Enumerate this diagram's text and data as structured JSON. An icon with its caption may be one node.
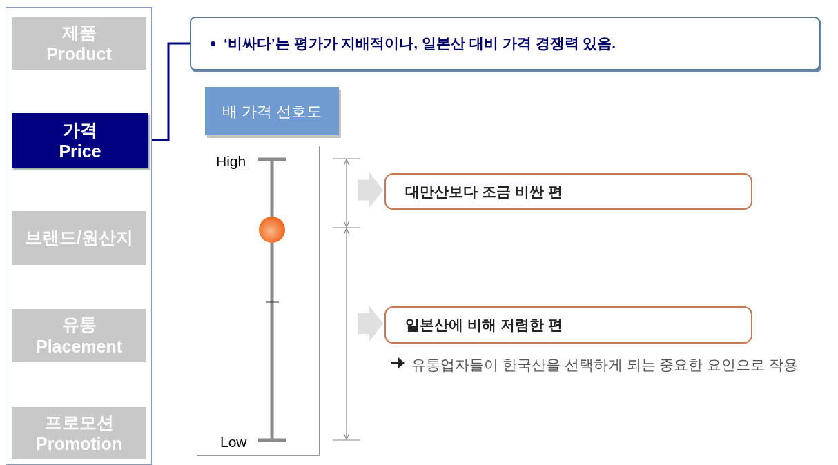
{
  "diagram": {
    "nodes": [
      {
        "text": [],
        "shape": "box"
      },
      {
        "text": [
          "제품",
          "Product"
        ],
        "in": 0
      },
      {
        "text": [
          "가격",
          "Price"
        ],
        "in": 0
      },
      {
        "text": [
          "브랜드/원산지"
        ],
        "in": 0
      },
      {
        "text": [
          "유통",
          "Placement"
        ],
        "in": 0
      },
      {
        "text": [
          "프로모션",
          "Promotion"
        ],
        "in": 0
      },
      {
        "text": [
          "‘비싸다’는 평가가 지배적이나, 일본산 대비 가격 경쟁력 있음."
        ]
      },
      {
        "text": [
          "배 가격 선호도"
        ]
      },
      {
        "text": [
          "대만산보다 조금 비싼 편"
        ]
      },
      {
        "text": [
          "일본산에 비해 저렴한 편"
        ]
      }
    ],
    "edges": [
      {
        "from": 2,
        "to": 6,
        "arrow": "none",
        "color": "#000080"
      },
      {
        "from": null,
        "to": 8,
        "arrow": "to",
        "color": "#e0e0e0"
      },
      {
        "from": null,
        "to": 9,
        "arrow": "to",
        "color": "#e0e0e0"
      }
    ],
    "labels": [
      "High",
      "Low",
      "유통업자들이 한국산을 선택하게 되는 중요한 요인으로 작용"
    ]
  }
}
